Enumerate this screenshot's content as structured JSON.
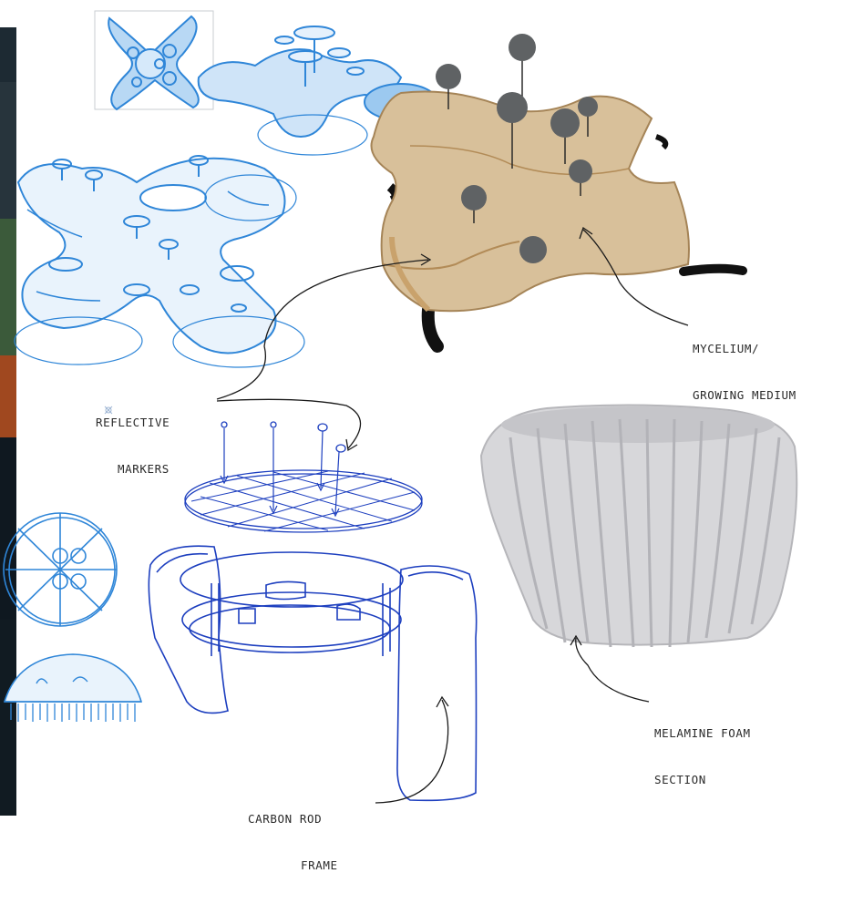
{
  "colors": {
    "sketch_blue": "#2f86d8",
    "pen_blue": "#1d3fbf",
    "mycelium_tan": "#d8c09a",
    "marker_grey": "#5f6264",
    "foam_grey": "#d7d7da",
    "annotation_ink": "#1a1a1a"
  },
  "labels": {
    "mycelium_line1": "MYCELIUM/",
    "mycelium_line2": "GROWING MEDIUM",
    "reflective_line1": "REFLECTIVE",
    "reflective_line2": "MARKERS",
    "melamine_line1": "MELAMINE FOAM",
    "melamine_line2": "SECTION",
    "carbon_line1": "CARBON ROD",
    "carbon_line2": "FRAME"
  },
  "figures": {
    "top_sketch": "x-shaped-base-sketch-icon",
    "mycelium_model": "mycelium-model-photo",
    "frame_sketch": "carbon-rod-frame-sketch",
    "foam_model": "melamine-foam-photo"
  }
}
